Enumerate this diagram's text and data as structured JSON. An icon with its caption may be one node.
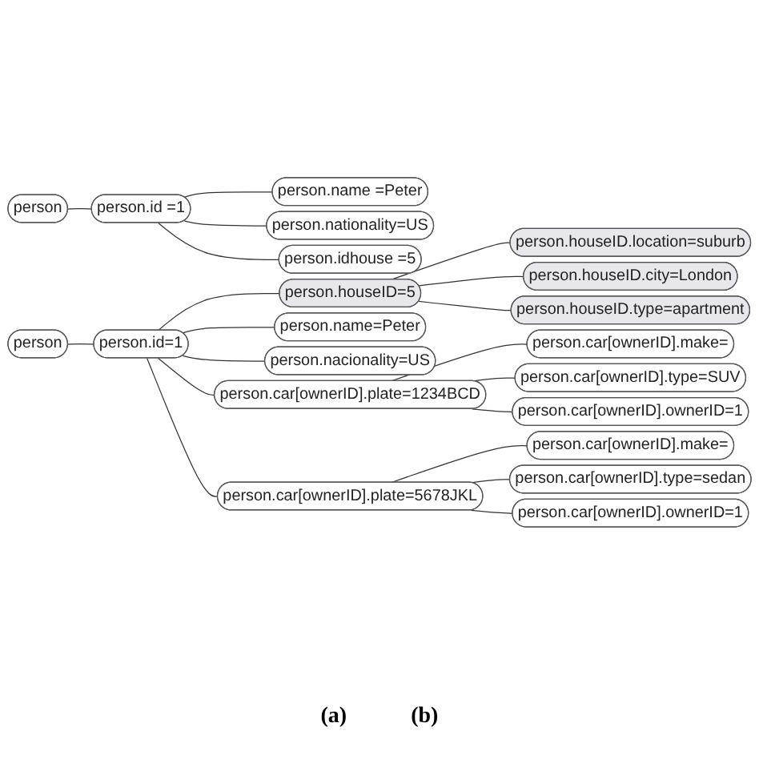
{
  "diagram": {
    "nodes": [
      {
        "text": [
          "person"
        ]
      },
      {
        "text": [
          "person.id =1"
        ]
      },
      {
        "text": [
          "person.name =Peter"
        ]
      },
      {
        "text": [
          "person.nationality=US"
        ]
      },
      {
        "text": [
          "person.idhouse =5"
        ]
      },
      {
        "text": [
          "person"
        ]
      },
      {
        "text": [
          "person.id=1"
        ]
      },
      {
        "text": [
          "person.houseID=5"
        ]
      },
      {
        "text": [
          "person.houseID.location=suburb"
        ]
      },
      {
        "text": [
          "person.houseID.city=London"
        ]
      },
      {
        "text": [
          "person.houseID.type=apartment"
        ]
      },
      {
        "text": [
          "person.name=Peter"
        ]
      },
      {
        "text": [
          "person.nacionality=US"
        ]
      },
      {
        "text": [
          "person.car[ownerID].plate=1234BCD"
        ]
      },
      {
        "text": [
          "person.car[ownerID].plate=5678JKL"
        ]
      },
      {
        "text": [
          "person.car[ownerID].make="
        ]
      },
      {
        "text": [
          "person.car[ownerID].make="
        ]
      },
      {
        "text": [
          "person.car[ownerID].ownerID=1"
        ]
      },
      {
        "text": [
          "person.car[ownerID].type=SUV"
        ]
      },
      {
        "text": [
          "person.car[ownerID].ownerID=1"
        ]
      },
      {
        "text": [
          "person.car[ownerID].type=sedan"
        ]
      }
    ],
    "edges": [
      {
        "from": 0,
        "to": 1,
        "arrow": "none"
      },
      {
        "from": 1,
        "to": 2,
        "arrow": "none"
      },
      {
        "from": 1,
        "to": 3,
        "arrow": "none"
      },
      {
        "from": 1,
        "to": 4,
        "arrow": "none"
      },
      {
        "from": 5,
        "to": 6,
        "arrow": "none"
      },
      {
        "from": 6,
        "to": 7,
        "arrow": "none"
      },
      {
        "from": 7,
        "to": 8,
        "arrow": "none"
      },
      {
        "from": 7,
        "to": 9,
        "arrow": "none"
      },
      {
        "from": 7,
        "to": 10,
        "arrow": "none"
      },
      {
        "from": 6,
        "to": 11,
        "arrow": "none"
      },
      {
        "from": 6,
        "to": 12,
        "arrow": "none"
      },
      {
        "from": 6,
        "to": 13,
        "arrow": "none"
      },
      {
        "from": 6,
        "to": 14,
        "arrow": "none"
      },
      {
        "from": 13,
        "to": 15,
        "arrow": "none"
      },
      {
        "from": 13,
        "to": 18,
        "arrow": "none"
      },
      {
        "from": 13,
        "to": 19,
        "arrow": "none"
      },
      {
        "from": 14,
        "to": 16,
        "arrow": "none"
      },
      {
        "from": 14,
        "to": 20,
        "arrow": "none"
      },
      {
        "from": 14,
        "to": 17,
        "arrow": "none"
      }
    ],
    "labels": [
      "(a)",
      "(b)"
    ]
  }
}
